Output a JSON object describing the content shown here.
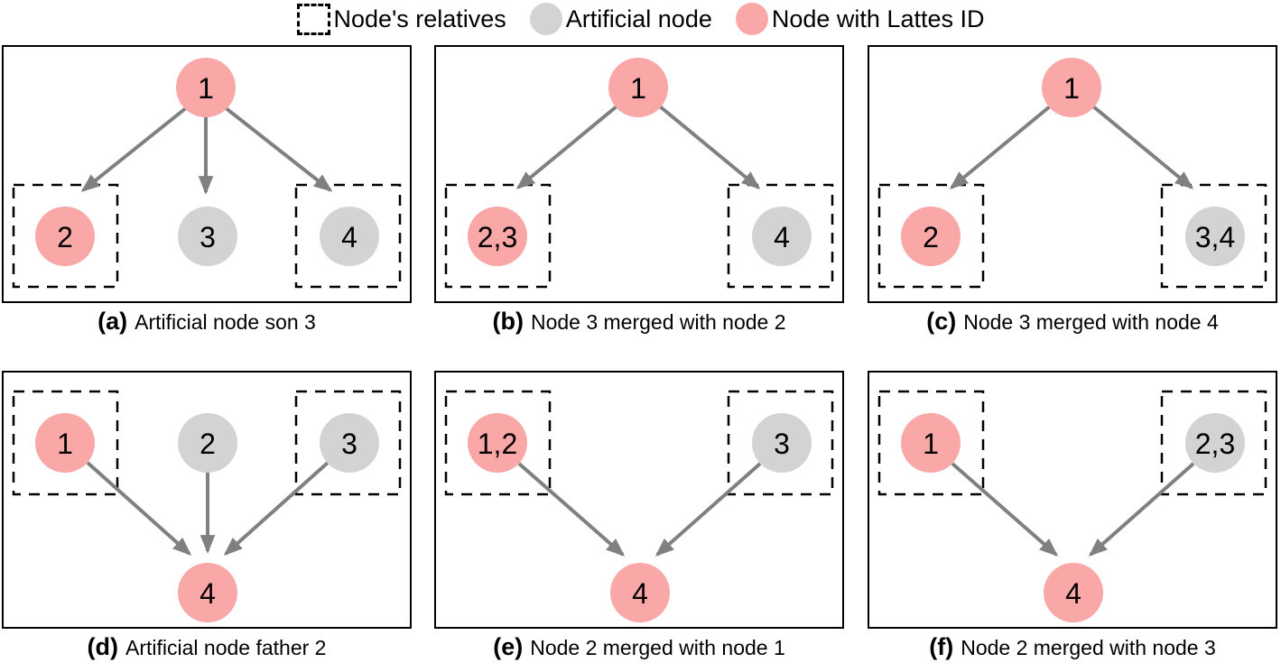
{
  "colors": {
    "lattes_node": "#f9a7a7",
    "artificial_node": "#d3d3d3",
    "edge": "#808080",
    "border": "#000000",
    "background": "#ffffff"
  },
  "legend": {
    "items": [
      {
        "id": "relatives",
        "symbol": "dashed-square",
        "label": "Node's relatives"
      },
      {
        "id": "artificial",
        "symbol": "gray-circle",
        "label": "Artificial node"
      },
      {
        "id": "lattes",
        "symbol": "pink-circle",
        "label": "Node with Lattes ID"
      }
    ]
  },
  "panels": [
    {
      "tag": "(a)",
      "caption": "Artificial node son 3",
      "nodes": [
        {
          "label": "1",
          "type": "lattes",
          "boxed": false
        },
        {
          "label": "2",
          "type": "lattes",
          "boxed": true
        },
        {
          "label": "3",
          "type": "artificial",
          "boxed": false
        },
        {
          "label": "4",
          "type": "artificial",
          "boxed": true
        }
      ],
      "edges": [
        "1->2",
        "1->3",
        "1->4"
      ]
    },
    {
      "tag": "(b)",
      "caption": "Node 3 merged with node 2",
      "nodes": [
        {
          "label": "1",
          "type": "lattes",
          "boxed": false
        },
        {
          "label": "2,3",
          "type": "lattes",
          "boxed": true
        },
        {
          "label": "4",
          "type": "artificial",
          "boxed": true
        }
      ],
      "edges": [
        "1->2,3",
        "1->4"
      ]
    },
    {
      "tag": "(c)",
      "caption": "Node 3 merged with node 4",
      "nodes": [
        {
          "label": "1",
          "type": "lattes",
          "boxed": false
        },
        {
          "label": "2",
          "type": "lattes",
          "boxed": true
        },
        {
          "label": "3,4",
          "type": "artificial",
          "boxed": true
        }
      ],
      "edges": [
        "1->2",
        "1->3,4"
      ]
    },
    {
      "tag": "(d)",
      "caption": "Artificial node father 2",
      "nodes": [
        {
          "label": "1",
          "type": "lattes",
          "boxed": true
        },
        {
          "label": "2",
          "type": "artificial",
          "boxed": false
        },
        {
          "label": "3",
          "type": "artificial",
          "boxed": true
        },
        {
          "label": "4",
          "type": "lattes",
          "boxed": false
        }
      ],
      "edges": [
        "1->4",
        "2->4",
        "3->4"
      ]
    },
    {
      "tag": "(e)",
      "caption": "Node 2 merged with node 1",
      "nodes": [
        {
          "label": "1,2",
          "type": "lattes",
          "boxed": true
        },
        {
          "label": "3",
          "type": "artificial",
          "boxed": true
        },
        {
          "label": "4",
          "type": "lattes",
          "boxed": false
        }
      ],
      "edges": [
        "1,2->4",
        "3->4"
      ]
    },
    {
      "tag": "(f)",
      "caption": "Node 2 merged with node 3",
      "nodes": [
        {
          "label": "1",
          "type": "lattes",
          "boxed": true
        },
        {
          "label": "2,3",
          "type": "artificial",
          "boxed": true
        },
        {
          "label": "4",
          "type": "lattes",
          "boxed": false
        }
      ],
      "edges": [
        "1->4",
        "2,3->4"
      ]
    }
  ]
}
